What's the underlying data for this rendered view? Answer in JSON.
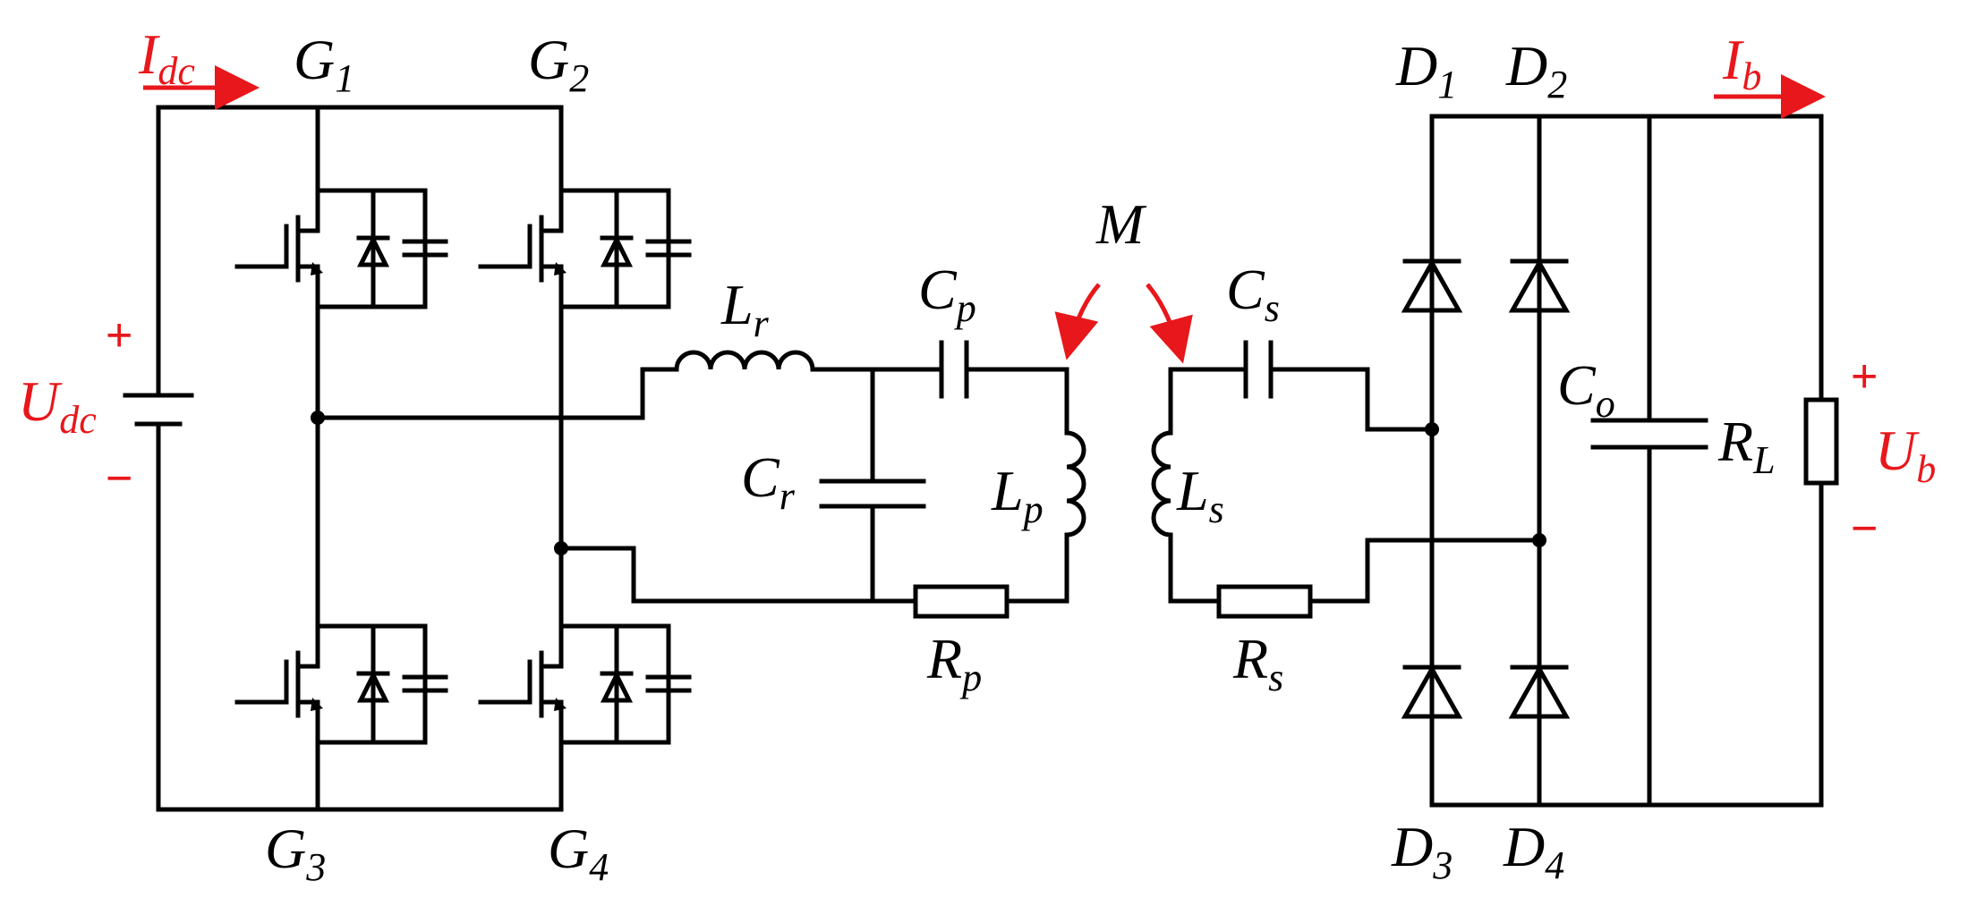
{
  "labels": {
    "Idc": {
      "main": "I",
      "sub": "dc"
    },
    "G1": {
      "main": "G",
      "sub": "1"
    },
    "G2": {
      "main": "G",
      "sub": "2"
    },
    "G3": {
      "main": "G",
      "sub": "3"
    },
    "G4": {
      "main": "G",
      "sub": "4"
    },
    "Udc": {
      "main": "U",
      "sub": "dc"
    },
    "Lr": {
      "main": "L",
      "sub": "r"
    },
    "Cp": {
      "main": "C",
      "sub": "p"
    },
    "Cr": {
      "main": "C",
      "sub": "r"
    },
    "Lp": {
      "main": "L",
      "sub": "p"
    },
    "Rp": {
      "main": "R",
      "sub": "p"
    },
    "M": {
      "main": "M"
    },
    "Cs": {
      "main": "C",
      "sub": "s"
    },
    "Ls": {
      "main": "L",
      "sub": "s"
    },
    "Rs": {
      "main": "R",
      "sub": "s"
    },
    "D1": {
      "main": "D",
      "sub": "1"
    },
    "D2": {
      "main": "D",
      "sub": "2"
    },
    "D3": {
      "main": "D",
      "sub": "3"
    },
    "D4": {
      "main": "D",
      "sub": "4"
    },
    "Ib": {
      "main": "I",
      "sub": "b"
    },
    "Co": {
      "main": "C",
      "sub": "o"
    },
    "RL": {
      "main": "R",
      "sub": "L"
    },
    "Ub": {
      "main": "U",
      "sub": "b"
    }
  },
  "signs": {
    "udc_plus": "+",
    "udc_minus": "−",
    "ub_plus": "+",
    "ub_minus": "−"
  },
  "colors": {
    "wire": "#000000",
    "annotation": "#e8171b"
  }
}
